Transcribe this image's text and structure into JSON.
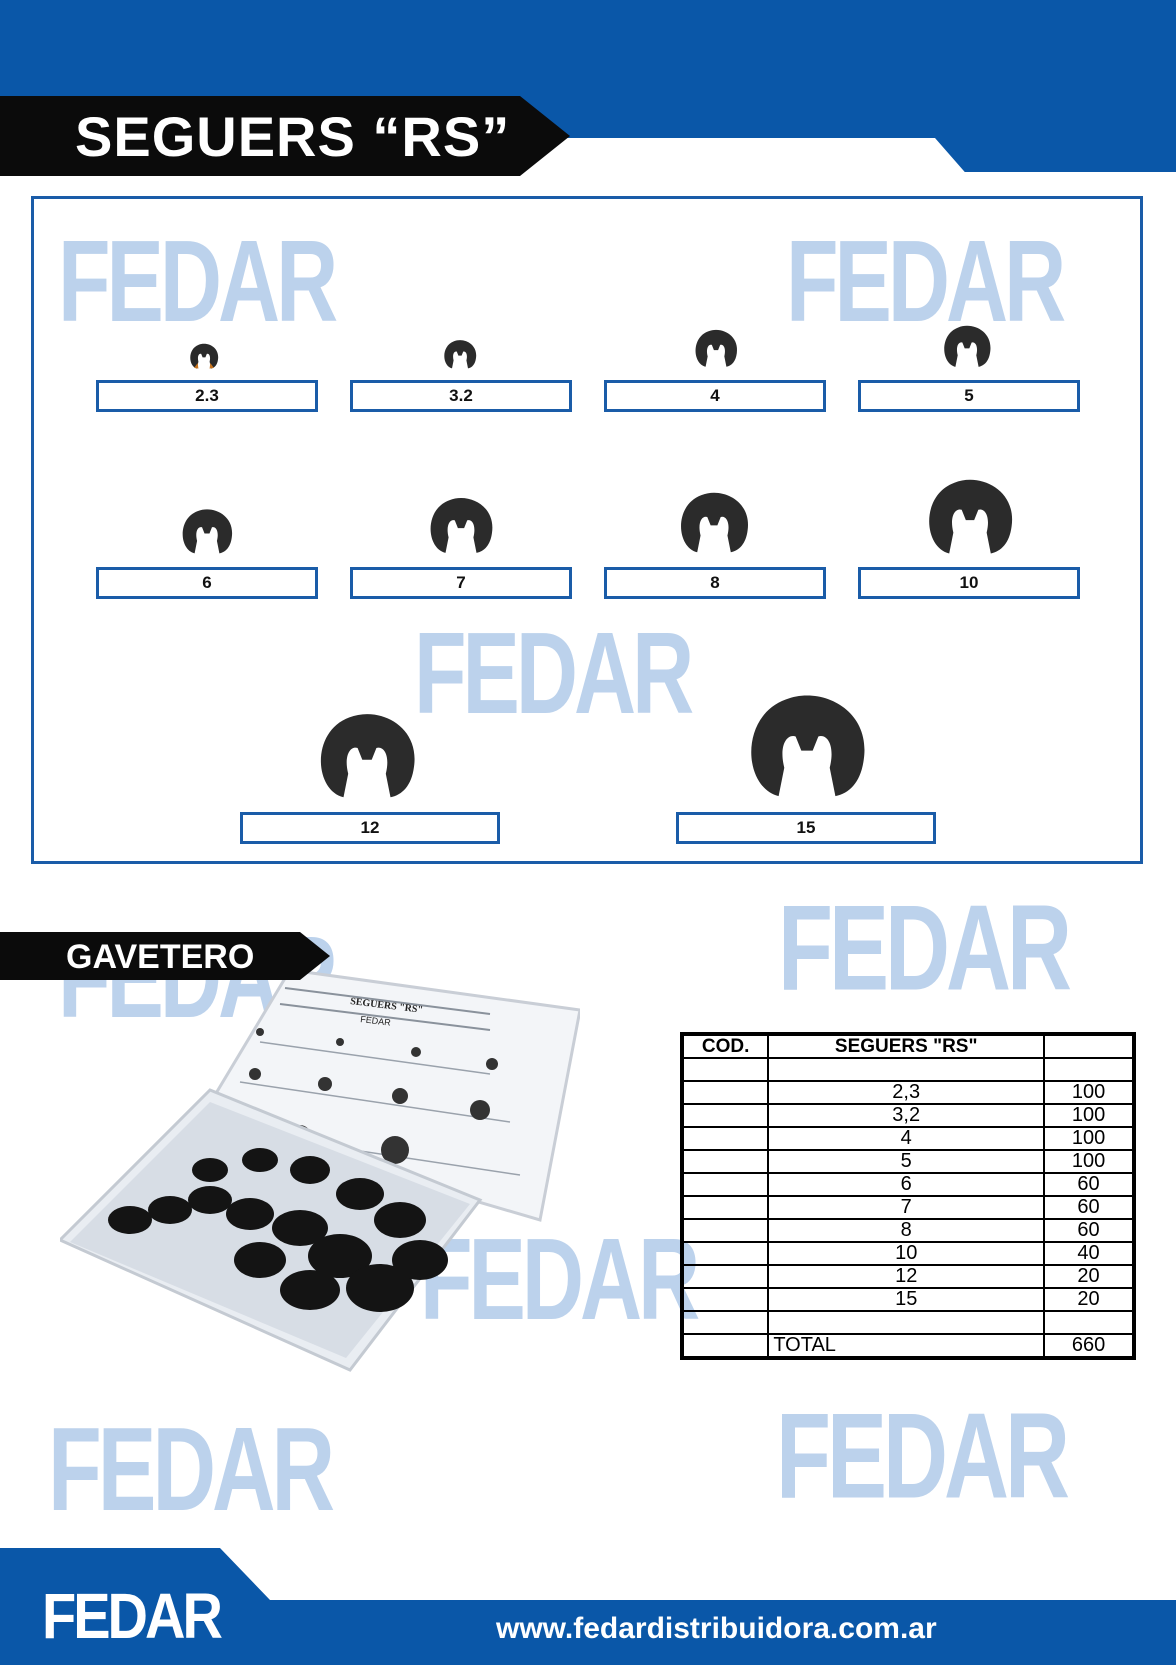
{
  "header": {
    "title": "SEGUERS “RS”"
  },
  "watermark": "FEDAR",
  "sizes": [
    {
      "label": "2.3"
    },
    {
      "label": "3.2"
    },
    {
      "label": "4"
    },
    {
      "label": "5"
    },
    {
      "label": "6"
    },
    {
      "label": "7"
    },
    {
      "label": "8"
    },
    {
      "label": "10"
    },
    {
      "label": "12"
    },
    {
      "label": "15"
    }
  ],
  "gavetero": {
    "title": "GAVETERO",
    "lid_title": "SEGUERS \"RS\"",
    "lid_brand": "FEDAR"
  },
  "table": {
    "headers": [
      "COD.",
      "SEGUERS \"RS\"",
      ""
    ],
    "rows": [
      [
        "",
        "",
        ""
      ],
      [
        "",
        "2,3",
        "100"
      ],
      [
        "",
        "3,2",
        "100"
      ],
      [
        "",
        "4",
        "100"
      ],
      [
        "",
        "5",
        "100"
      ],
      [
        "",
        "6",
        "60"
      ],
      [
        "",
        "7",
        "60"
      ],
      [
        "",
        "8",
        "60"
      ],
      [
        "",
        "10",
        "40"
      ],
      [
        "",
        "12",
        "20"
      ],
      [
        "",
        "15",
        "20"
      ],
      [
        "",
        "",
        ""
      ]
    ],
    "total_label": "TOTAL",
    "total_value": "660"
  },
  "footer": {
    "logo": "FEDAR",
    "url": "www.fedardistribuidora.com.ar"
  },
  "colors": {
    "brand_blue": "#0a57a8",
    "panel_border": "#1a5ca8",
    "watermark": "#bcd2ec"
  }
}
